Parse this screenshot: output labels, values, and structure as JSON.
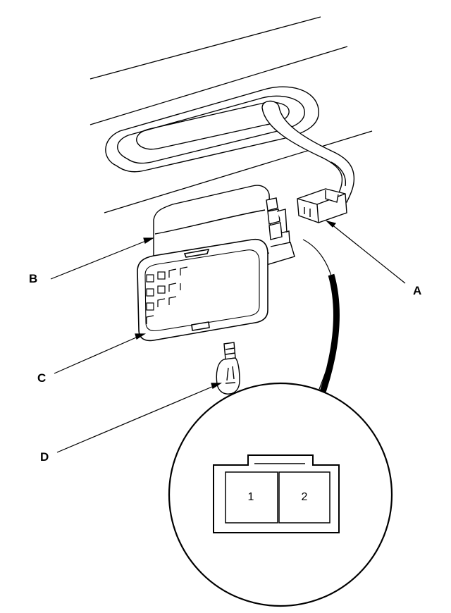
{
  "callouts": {
    "a": "A",
    "b": "B",
    "c": "C",
    "d": "D"
  },
  "connector_view": {
    "pins": [
      "1",
      "2"
    ]
  },
  "colors": {
    "line": "#000000",
    "background": "#ffffff"
  }
}
